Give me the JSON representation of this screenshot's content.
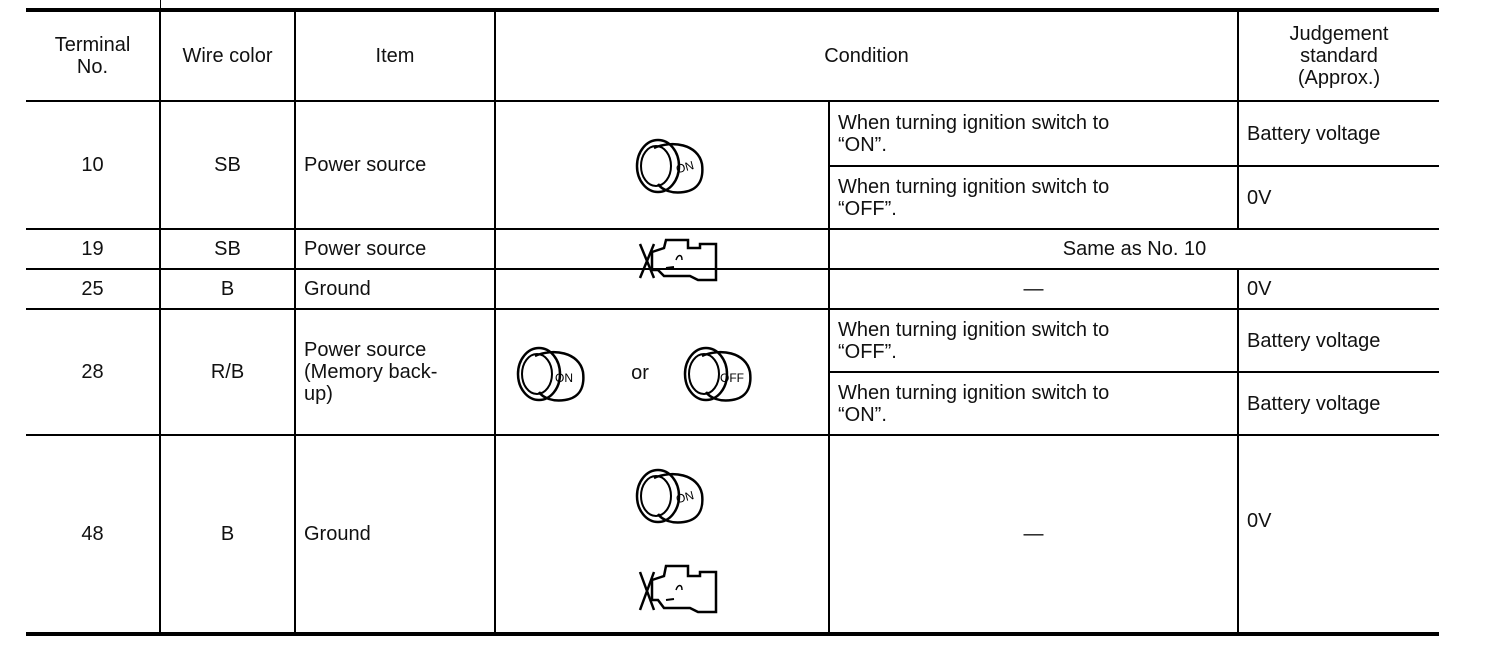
{
  "header": {
    "terminal": "Terminal\nNo.",
    "wire_color": "Wire color",
    "item": "Item",
    "condition": "Condition",
    "judgement": "Judgement\nstandard\n(Approx.)"
  },
  "rows": {
    "r10": {
      "terminal": "10",
      "wire": "SB",
      "item": "Power source",
      "cond_on": "When turning ignition switch to\n“ON”.",
      "judge_on": "Battery voltage",
      "cond_off": "When turning ignition switch to\n“OFF”.",
      "judge_off": "0V"
    },
    "r19": {
      "terminal": "19",
      "wire": "SB",
      "item": "Power source",
      "condition": "Same as No. 10"
    },
    "r25": {
      "terminal": "25",
      "wire": "B",
      "item": "Ground",
      "condition": "—",
      "judge": "0V"
    },
    "r28": {
      "terminal": "28",
      "wire": "R/B",
      "item": "Power source\n(Memory back-\nup)",
      "or_label": "or",
      "cond_off": "When turning ignition switch to\n“OFF”.",
      "judge_off": "Battery voltage",
      "cond_on": "When turning ignition switch to\n“ON”.",
      "judge_on": "Battery voltage"
    },
    "r48": {
      "terminal": "48",
      "wire": "B",
      "item": "Ground",
      "condition": "—",
      "judge": "0V"
    }
  },
  "icons": {
    "key_on_label": "ON",
    "key_off_label": "OFF"
  }
}
